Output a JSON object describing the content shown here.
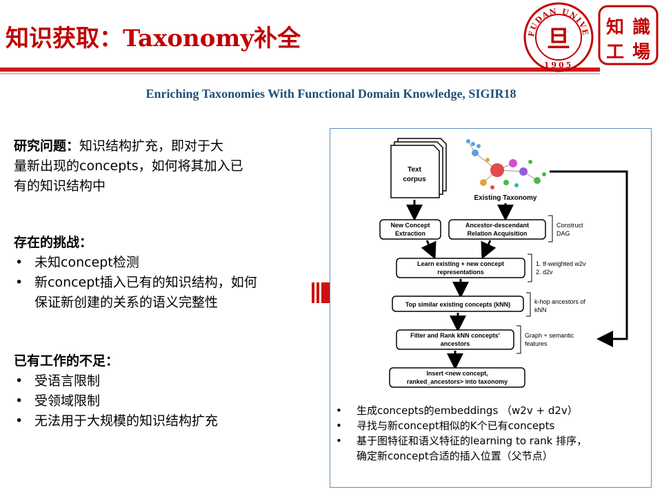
{
  "header": {
    "title": "知识获取：Taxonomy补全",
    "subtitle": "Enriching Taxonomies With Functional Domain Knowledge, SIGIR18"
  },
  "logos": {
    "university": {
      "arc_text": "FUDAN UNIVERSITY",
      "year": "1905",
      "center_glyph": "旦"
    },
    "lab": {
      "chars": [
        "知",
        "識",
        "工",
        "場"
      ]
    }
  },
  "left": {
    "problem": {
      "label": "研究问题：",
      "lines": [
        "知识结构扩充，即对于大",
        "量新出现的concepts，如何将其加入已",
        "有的知识结构中"
      ]
    },
    "challenges": {
      "heading": "存在的挑战：",
      "items": [
        "未知concept检测",
        "新concept插入已有的知识结构，如何",
        "保证新创建的关系的语义完整性"
      ]
    },
    "shortcomings": {
      "heading": "已有工作的不足：",
      "items": [
        "受语言限制",
        "受领域限制",
        "无法用于大规模的知识结构扩充"
      ]
    }
  },
  "figure": {
    "text_corpus": [
      "Text",
      "corpus"
    ],
    "existing_taxonomy": "Existing Taxonomy",
    "new_concept_extraction": [
      "New Concept",
      "Extraction"
    ],
    "ancestor_descendant": [
      "Ancestor-descendant",
      "Relation Acquisition"
    ],
    "construct_dag": [
      "Construct",
      "DAG"
    ],
    "learn_repr": [
      "Learn existing + new concept",
      "representations"
    ],
    "repr_notes": [
      "1. tf-weighted w2v",
      "2. d2v"
    ],
    "top_similar": "Top similar existing concepts (kNN)",
    "knn_notes": [
      "k-hop ancestors of",
      "kNN"
    ],
    "filter_rank": [
      "Filter and Rank kNN concepts'",
      "ancestors"
    ],
    "graph_notes": [
      "Graph + semantic",
      "features"
    ],
    "insert": [
      "Insert <new concept,",
      "ranked_ancestors> into taxonomy"
    ],
    "colors": {
      "arrow": "#cc1111",
      "box_stroke": "#000000"
    }
  },
  "figure_bullets": [
    "生成concepts的embeddings （w2v + d2v）",
    "寻找与新concept相似的K个已有concepts",
    "基于图特征和语义特征的learning  to rank 排序，",
    "确定新concept合适的插入位置（父节点）"
  ],
  "colors": {
    "title": "#c00000",
    "subtitle": "#1f4e79",
    "rule": "#d11919"
  }
}
